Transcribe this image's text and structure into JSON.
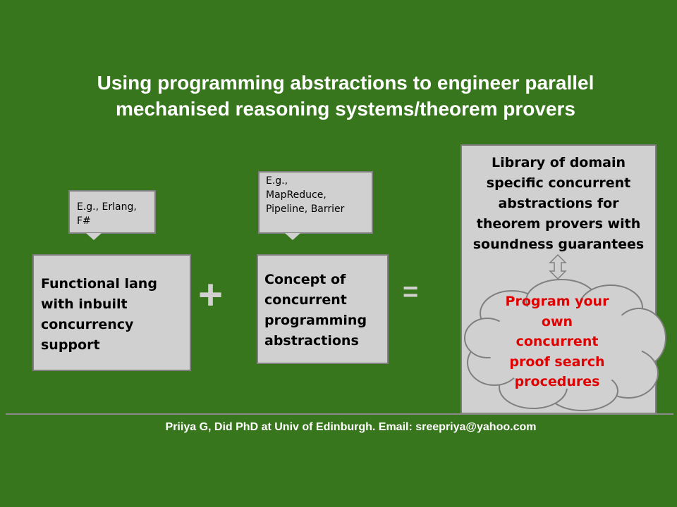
{
  "title": {
    "line1": "Using programming abstractions to engineer parallel",
    "line2": "mechanised reasoning systems/theorem provers"
  },
  "callouts": [
    {
      "lines": [
        "E.g., Erlang,",
        "F#"
      ]
    },
    {
      "lines": [
        "E.g.,",
        "MapReduce,",
        "Pipeline, Barrier"
      ]
    }
  ],
  "boxes": [
    {
      "lines": [
        "Functional lang",
        "with inbuilt",
        "concurrency",
        "support"
      ]
    },
    {
      "lines": [
        "Concept of",
        "concurrent",
        "programming",
        "abstractions"
      ]
    }
  ],
  "operators": {
    "plus": "+",
    "equals": "="
  },
  "result": {
    "lines": [
      "Library of domain",
      "specific concurrent",
      "abstractions for",
      "theorem provers with",
      "soundness guarantees"
    ],
    "cloud_lines": [
      "Program your",
      "own",
      "concurrent",
      "proof search",
      "procedures"
    ]
  },
  "footer": "Priiya G, Did PhD at Univ of Edinburgh. Email: sreepriya@yahoo.com",
  "colors": {
    "background": "#38761d",
    "box": "#d0d0d0",
    "cloud_text": "#e00000"
  }
}
